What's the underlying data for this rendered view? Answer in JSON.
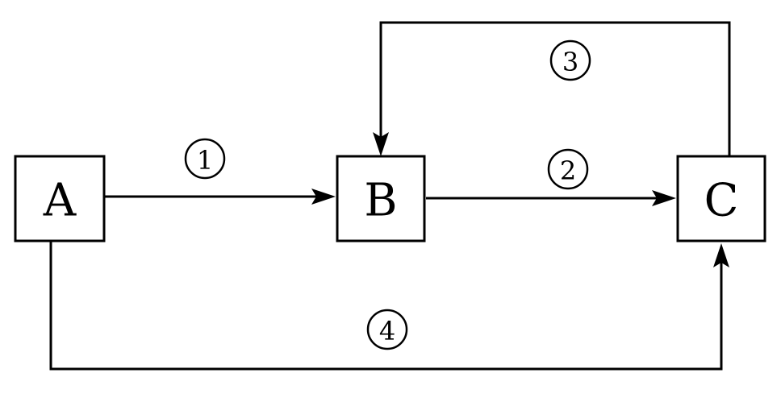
{
  "nodes": {
    "a": {
      "label": "A"
    },
    "b": {
      "label": "B"
    },
    "c": {
      "label": "C"
    }
  },
  "edges": {
    "e1": {
      "label": "1",
      "from": "A",
      "to": "B"
    },
    "e2": {
      "label": "2",
      "from": "B",
      "to": "C"
    },
    "e3": {
      "label": "3",
      "from": "C",
      "to": "B"
    },
    "e4": {
      "label": "4",
      "from": "A",
      "to": "C"
    }
  },
  "colors": {
    "stroke": "#000000",
    "background": "#ffffff"
  }
}
